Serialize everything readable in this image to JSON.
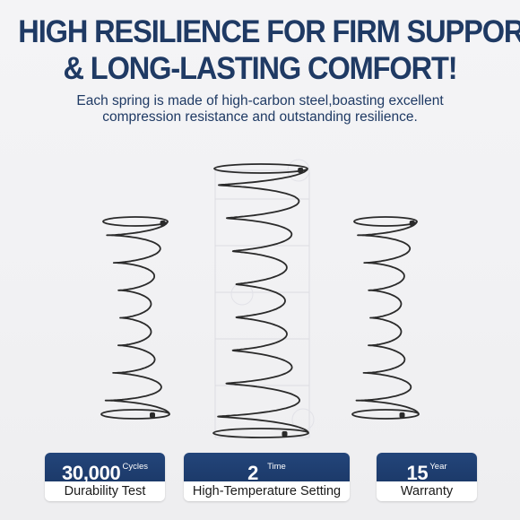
{
  "headline": {
    "line1": "HIGH RESILIENCE FOR FIRM SUPPORT",
    "line2": "& LONG-LASTING COMFORT!"
  },
  "subtitle": {
    "line1": "Each spring is made of high-carbon steel,boasting excellent",
    "line2": "compression resistance and outstanding resilience."
  },
  "badges": [
    {
      "value": "30,000",
      "unit": "Cycles",
      "label": "Durability Test"
    },
    {
      "value": "2",
      "unit": "Time",
      "label": "High-Temperature Setting"
    },
    {
      "value": "15",
      "unit": "Year",
      "label": "Warranty"
    }
  ],
  "colors": {
    "primary": "#1f3a64",
    "badge": "#1c3a6a",
    "background": "#f3f3f5",
    "spring": "#2a2a2a"
  }
}
